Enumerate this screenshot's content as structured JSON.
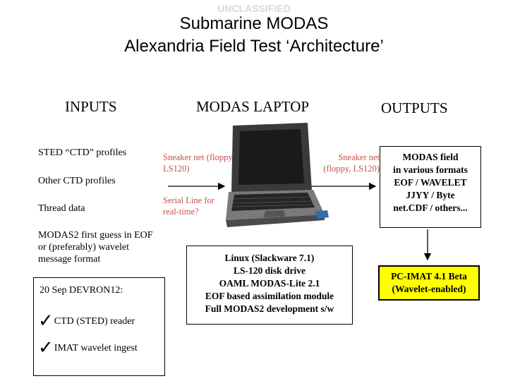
{
  "classification": "UNCLASSIFIED",
  "title": {
    "line1": "Submarine MODAS",
    "line2": "Alexandria Field Test ‘Architecture’"
  },
  "columns": {
    "inputs": "INPUTS",
    "laptop": "MODAS LAPTOP",
    "outputs": "OUTPUTS"
  },
  "inputs": [
    "STED “CTD” profiles",
    "Other CTD profiles",
    "Thread data",
    "MODAS2 first guess in EOF or (preferably) wavelet message format"
  ],
  "devron_box": {
    "title": "20 Sep DEVRON12:",
    "items": [
      "CTD (STED) reader",
      "IMAT wavelet ingest"
    ]
  },
  "links": {
    "sneaker_in": "Sneaker net (floppy, LS120)",
    "serial": "Serial Line for real-time?",
    "sneaker_out": "Sneaker net (floppy, LS120)"
  },
  "laptop_box": {
    "lines": [
      "Linux (Slackware 7.1)",
      "LS-120 disk drive",
      "OAML MODAS-Lite 2.1",
      "EOF based assimilation module",
      "Full MODAS2 development s/w"
    ]
  },
  "outputs_box": {
    "lines": [
      "MODAS field",
      "in various formats",
      "EOF / WAVELET",
      "JJYY / Byte",
      "net.CDF / others..."
    ]
  },
  "pcimat_box": {
    "lines": [
      "PC-IMAT 4.1 Beta",
      "(Wavelet-enabled)"
    ],
    "color": "#ffff00"
  },
  "icons": [
    "laptop-icon",
    "checkmark-icon"
  ]
}
